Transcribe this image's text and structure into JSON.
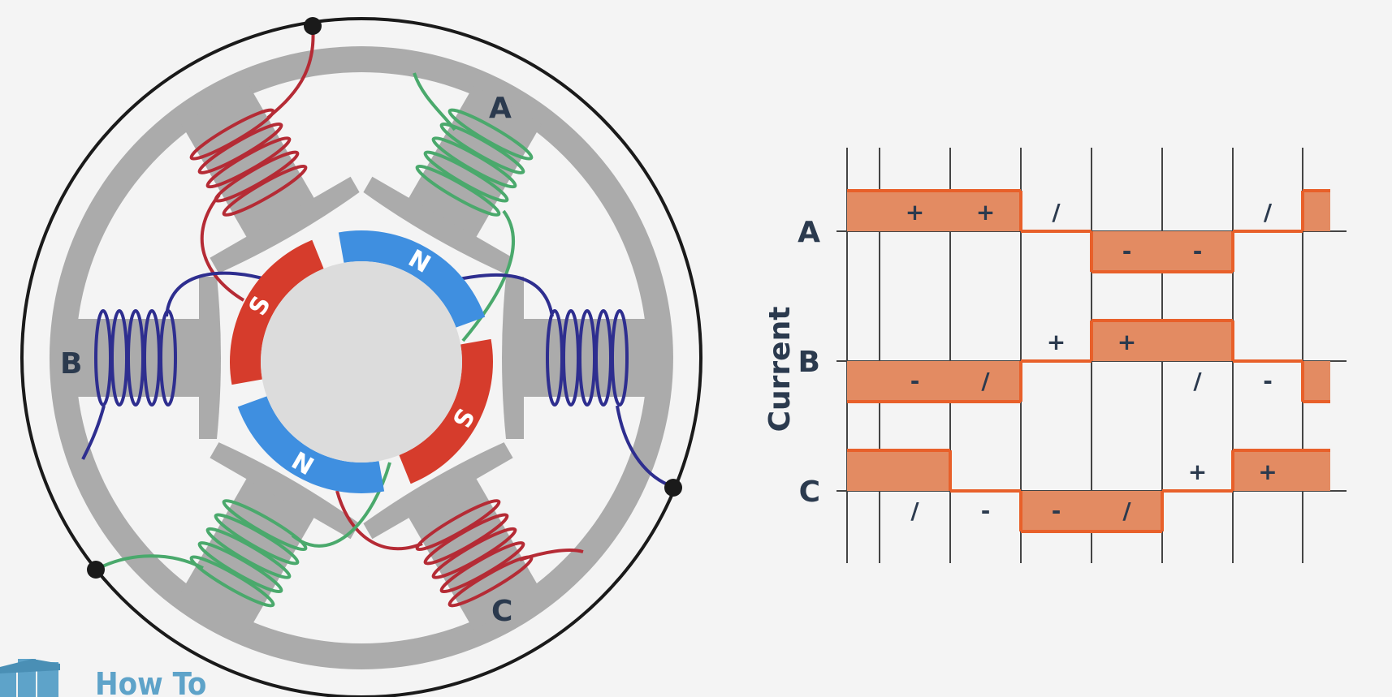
{
  "motor": {
    "phase_labels": {
      "A": "A",
      "B": "B",
      "C": "C"
    },
    "rotor_poles": [
      {
        "letter": "N",
        "color": "#3f8fe0"
      },
      {
        "letter": "S",
        "color": "#d63c2c"
      },
      {
        "letter": "N",
        "color": "#3f8fe0"
      },
      {
        "letter": "S",
        "color": "#d63c2c"
      }
    ],
    "colors": {
      "stator": "#ababab",
      "rotor_core": "#dcdcdc",
      "coil_a": "#4aa96c",
      "coil_b": "#2e2e8f",
      "coil_c": "#b52b35",
      "outline": "#1a1a1a"
    }
  },
  "chart": {
    "y_axis_title": "Current",
    "row_labels": [
      "A",
      "B",
      "C"
    ],
    "fill_color": "#e38b62",
    "line_color": "#e8602a"
  },
  "chart_data": {
    "type": "table",
    "steps": 8,
    "series": [
      {
        "name": "A",
        "states": [
          "+",
          "+",
          "/",
          "-",
          "-",
          "/",
          "+"
        ],
        "labels": [
          "+",
          "+",
          "/",
          "-",
          "-",
          "/"
        ]
      },
      {
        "name": "B",
        "states": [
          "-",
          "-",
          "/",
          "+",
          "+",
          "/",
          "-"
        ],
        "labels": [
          "-",
          "/",
          "+",
          "+",
          "/",
          "-"
        ]
      },
      {
        "name": "C",
        "states": [
          "+",
          "/",
          "-",
          "-",
          "/",
          "+",
          "+"
        ],
        "labels": [
          "/",
          "-",
          "-",
          "/",
          "+",
          "+"
        ]
      }
    ]
  },
  "logo": {
    "text": "How To"
  }
}
